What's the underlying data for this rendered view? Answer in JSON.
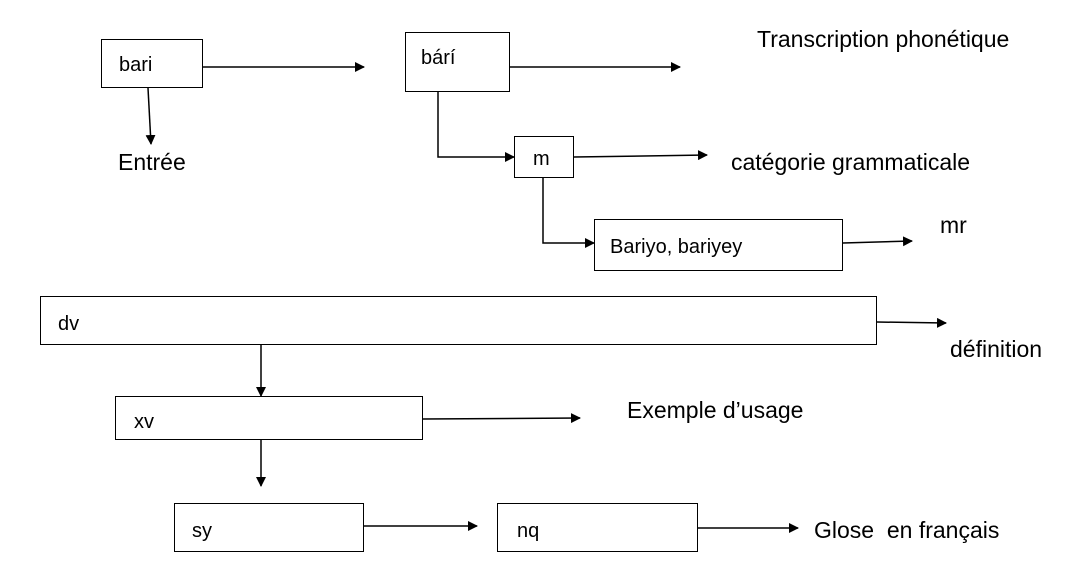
{
  "boxes": {
    "bari": "bari",
    "bari_tone": "bárí",
    "m": "m",
    "mr_forms": "Bariyo, bariyey",
    "dv": "dv",
    "xv": "xv",
    "sy": "sy",
    "nq": "nq"
  },
  "labels": {
    "entree": "Entrée",
    "transcription": "Transcription phonétique",
    "categorie": "catégorie grammaticale",
    "mr": "mr",
    "definition": "définition",
    "exemple": "Exemple d’usage",
    "glose": "Glose  en français"
  }
}
